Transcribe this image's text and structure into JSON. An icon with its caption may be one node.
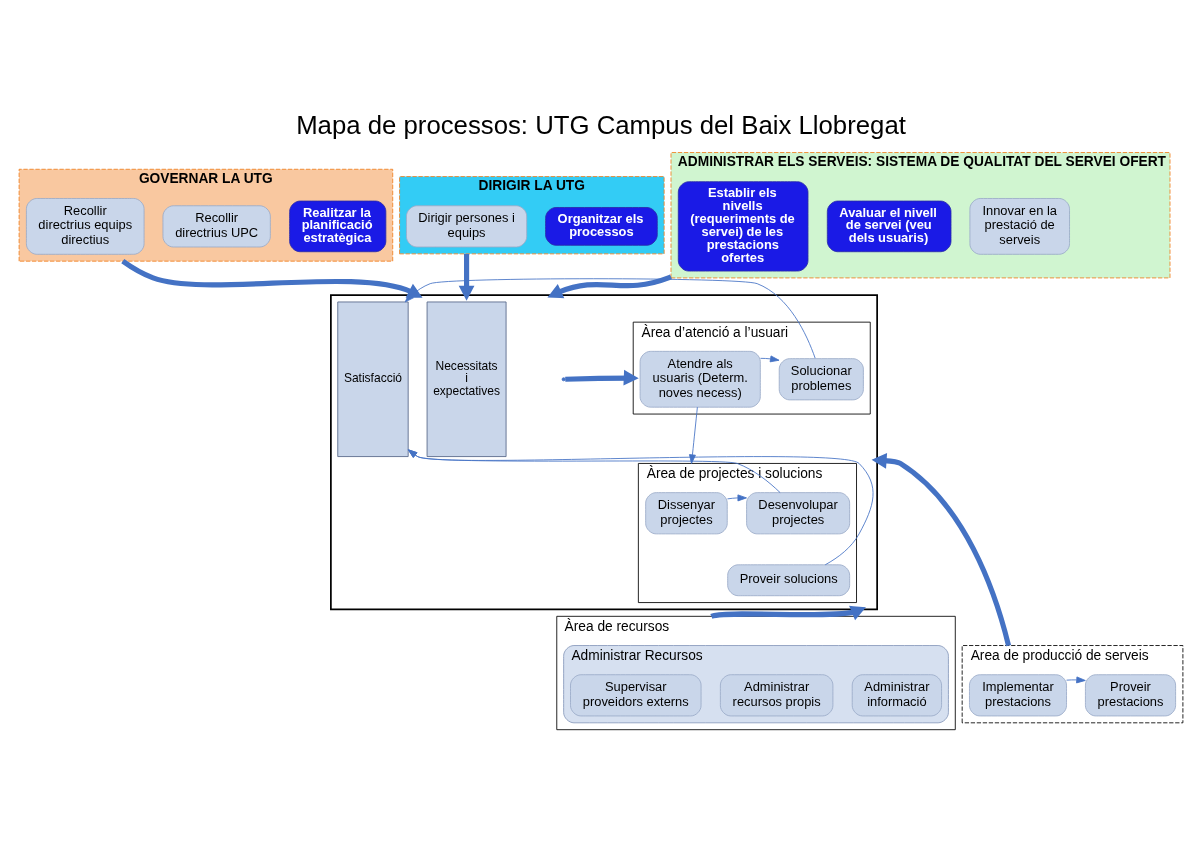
{
  "diagram": {
    "title": "Mapa de processos: UTG Campus del Baix Llobregat",
    "nodes": [
      {
        "text": [
          "GOVERNAR LA UTG"
        ]
      },
      {
        "text": [
          "Recollir directrius equips directius"
        ],
        "in": 0
      },
      {
        "text": [
          "Recollir directrius UPC"
        ],
        "in": 0
      },
      {
        "text": [
          "Realitzar la planificació estratègica"
        ],
        "in": 0
      },
      {
        "text": [
          "DIRIGIR LA UTG"
        ]
      },
      {
        "text": [
          "Dirigir persones i equips"
        ],
        "in": 4
      },
      {
        "text": [
          "Organitzar els processos"
        ],
        "in": 4
      },
      {
        "text": [
          "ADMINISTRAR ELS SERVEIS: SISTEMA DE QUALITAT DEL SERVEI OFERT"
        ]
      },
      {
        "text": [
          "Establir els nivells (requeriments de servei) de les prestacions ofertes"
        ],
        "in": 7
      },
      {
        "text": [
          "Avaluar el nivell de servei (veu dels usuaris)"
        ],
        "in": 7
      },
      {
        "text": [
          "Innovar en la prestació de serveis"
        ],
        "in": 7
      },
      {
        "text": [],
        "shape": "box"
      },
      {
        "text": [
          "Necessitats i expectatives"
        ],
        "in": 11
      },
      {
        "text": [
          "Satisfacció"
        ],
        "in": 11
      },
      {
        "text": [
          "Àrea d’atenció a l’usuari"
        ],
        "in": 11
      },
      {
        "text": [
          "Atendre als usuaris (Determ. noves necess)"
        ],
        "in": 14
      },
      {
        "text": [
          "Solucionar problemes"
        ],
        "in": 14
      },
      {
        "text": [
          "Àrea de projectes i solucions"
        ],
        "in": 11
      },
      {
        "text": [
          "Dissenyar projectes"
        ],
        "in": 17
      },
      {
        "text": [
          "Desenvolupar projectes"
        ],
        "in": 17
      },
      {
        "text": [
          "Proveir solucions"
        ],
        "in": 17
      },
      {
        "text": [
          "Àrea de recursos"
        ]
      },
      {
        "text": [
          "Administrar Recursos"
        ],
        "in": 21
      },
      {
        "text": [
          "Supervisar proveidors externs"
        ],
        "in": 22
      },
      {
        "text": [
          "Administrar recursos propis"
        ],
        "in": 22
      },
      {
        "text": [
          "Administrar informació"
        ],
        "in": 22
      },
      {
        "text": [
          "Area de producció de serveis"
        ]
      },
      {
        "text": [
          "Implementar prestacions"
        ],
        "in": 26
      },
      {
        "text": [
          "Proveir prestacions"
        ],
        "in": 26
      }
    ],
    "edges": [
      {
        "from": 0,
        "to": 11,
        "arrow": "to",
        "style": "thick"
      },
      {
        "from": 4,
        "to": 11,
        "arrow": "to",
        "style": "thick"
      },
      {
        "from": 7,
        "to": 11,
        "arrow": "to",
        "style": "thick"
      },
      {
        "from": null,
        "to": 14,
        "arrow": "to",
        "style": "thick"
      },
      {
        "from": 15,
        "to": 16,
        "arrow": "to"
      },
      {
        "from": 16,
        "to": 13,
        "arrow": "to"
      },
      {
        "from": 15,
        "to": 17,
        "arrow": "to"
      },
      {
        "from": 18,
        "to": 19,
        "arrow": "to"
      },
      {
        "from": 19,
        "to": 13,
        "arrow": "to"
      },
      {
        "from": 20,
        "to": 13,
        "arrow": "to"
      },
      {
        "from": 21,
        "to": 11,
        "arrow": "to",
        "style": "thick"
      },
      {
        "from": 26,
        "to": 11,
        "arrow": "to",
        "style": "thick"
      },
      {
        "from": 27,
        "to": 28,
        "arrow": "to"
      }
    ]
  }
}
